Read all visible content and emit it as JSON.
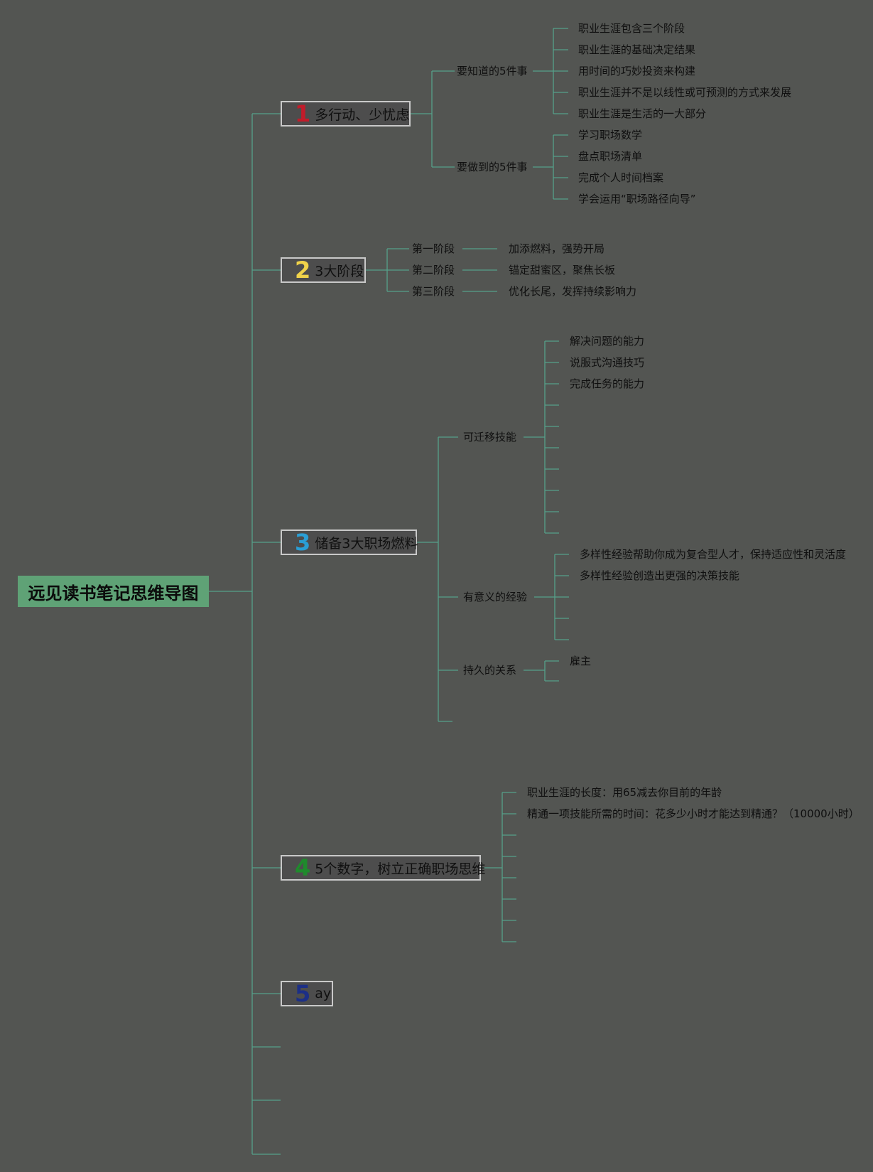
{
  "root": {
    "title": "远见读书笔记思维导图"
  },
  "colors": {
    "background": "#535552",
    "line": "#56a08a",
    "root_fill": "#5fa276",
    "num1": "#c21c2a",
    "num2": "#f0d24a",
    "num3": "#2a9fd6",
    "num4": "#1f8a2c",
    "num5": "#1c2f86"
  },
  "topics": [
    {
      "num": "1",
      "label": "多行动、少忧虑",
      "groups": [
        {
          "label": "要知道的5件事",
          "items": [
            "职业生涯包含三个阶段",
            "职业生涯的基础决定结果",
            "用时间的巧妙投资来构建",
            "职业生涯并不是以线性或可预测的方式来发展",
            "职业生涯是生活的一大部分"
          ]
        },
        {
          "label": "要做到的5件事",
          "items": [
            "学习职场数学",
            "盘点职场清单",
            "完成个人时间档案",
            "学会运用“职场路径向导”"
          ]
        }
      ]
    },
    {
      "num": "2",
      "label": "3大阶段",
      "groups": [
        {
          "label": "第一阶段",
          "items": [
            "加添燃料，强势开局"
          ]
        },
        {
          "label": "第二阶段",
          "items": [
            "锚定甜蜜区，聚焦长板"
          ]
        },
        {
          "label": "第三阶段",
          "items": [
            "优化长尾，发挥持续影响力"
          ]
        }
      ]
    },
    {
      "num": "3",
      "label": "储备3大职场燃料",
      "groups": [
        {
          "label": "可迁移技能",
          "items": [
            "解决问题的能力",
            "说服式沟通技巧",
            "完成任务的能力"
          ]
        },
        {
          "label": "有意义的经验",
          "items": [
            "多样性经验帮助你成为复合型人才，保持适应性和灵活度",
            "多样性经验创造出更强的决策技能"
          ]
        },
        {
          "label": "持久的关系",
          "items": [
            "雇主"
          ]
        }
      ]
    },
    {
      "num": "4",
      "label": "5个数字，树立正确职场思维",
      "items": [
        "职业生涯的长度：用65减去你目前的年龄",
        "精通一项技能所需的时间：花多少小时才能达到精通？（10000小时）"
      ]
    },
    {
      "num": "5",
      "label": "ay"
    }
  ]
}
